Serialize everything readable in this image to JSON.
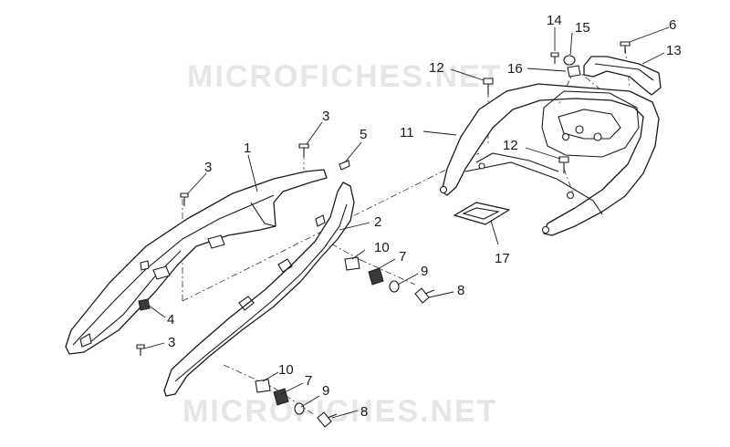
{
  "watermark": {
    "top": "MICROFICHES.NET",
    "bottom": "MICROFICHES.NET"
  },
  "callouts": {
    "c1": "1",
    "c2": "2",
    "c3a": "3",
    "c3b": "3",
    "c3c": "3",
    "c4": "4",
    "c5": "5",
    "c6": "6",
    "c7a": "7",
    "c7b": "7",
    "c8a": "8",
    "c8b": "8",
    "c9a": "9",
    "c9b": "9",
    "c10a": "10",
    "c10b": "10",
    "c11": "11",
    "c12a": "12",
    "c12b": "12",
    "c13": "13",
    "c14": "14",
    "c15": "15",
    "c16": "16",
    "c17": "17"
  }
}
